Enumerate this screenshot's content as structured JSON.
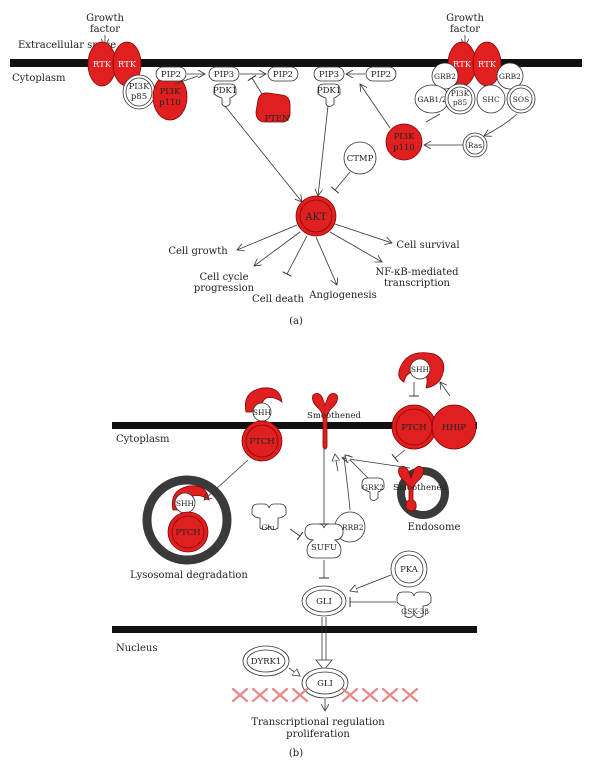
{
  "panel_a": {
    "caption": "(a)",
    "growth_factor_left": [
      "Growth",
      "factor"
    ],
    "growth_factor_right": [
      "Growth",
      "factor"
    ],
    "extracellular": "Extracellular space",
    "cytoplasm": "Cytoplasm",
    "rtk": "RTK",
    "pi3k": "PI3K",
    "p85": "p85",
    "p110": "p110",
    "pip2": "PIP2",
    "pip3": "PIP3",
    "pdk1": "PDK1",
    "pten": "PTEN",
    "grb2": "GRB2",
    "gab12": "GAB1/2",
    "shc": "SHC",
    "sos": "SOS",
    "ras": "Ras",
    "ctmp": "CTMP",
    "akt": "AKT",
    "outcomes": {
      "cell_growth": "Cell growth",
      "cell_cycle": [
        "Cell cycle",
        "progression"
      ],
      "cell_death": "Cell death",
      "angiogenesis": "Angiogenesis",
      "nfkb": [
        "NF-κB-mediated",
        "transcription"
      ],
      "cell_survival": "Cell survival"
    }
  },
  "panel_b": {
    "caption": "(b)",
    "shh": "SHH",
    "ptch": "PTCH",
    "smoothened": "Smoothened",
    "hhip": "HHIP",
    "cytoplasm": "Cytoplasm",
    "arrb2": "ARRB2",
    "grk2": "GRK2",
    "endosome": "Endosome",
    "lysosomal": "Lysosomal degradation",
    "glu": "Glu",
    "sufu": "SUFU",
    "pka": "PKA",
    "gli": "GLI",
    "gsk3b": "GSK-3β",
    "nucleus": "Nucleus",
    "dyrk1": "DYRK1",
    "transcription": [
      "Transcriptional regulation",
      "proliferation"
    ]
  }
}
